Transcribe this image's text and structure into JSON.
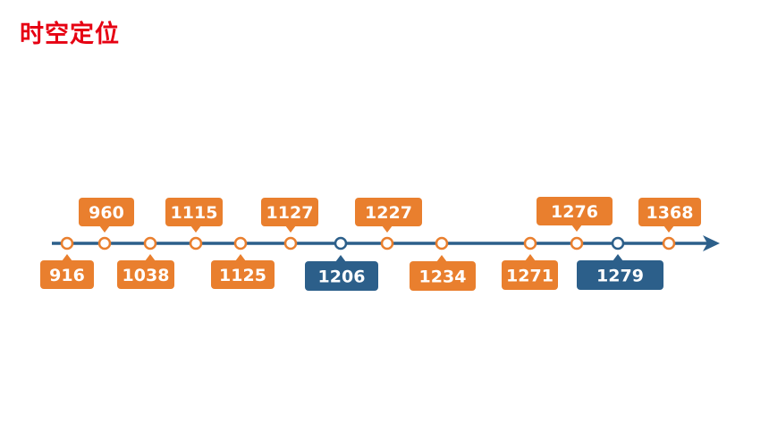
{
  "title": "时空定位",
  "colors": {
    "orange": "#e97f2e",
    "blue": "#2c5f8a",
    "axis": "#2c5f8a",
    "title": "#e60012"
  },
  "events": [
    {
      "year": "916",
      "side": "below",
      "color": "orange"
    },
    {
      "year": "960",
      "side": "above",
      "color": "orange"
    },
    {
      "year": "1038",
      "side": "below",
      "color": "orange"
    },
    {
      "year": "1115",
      "side": "above",
      "color": "orange"
    },
    {
      "year": "1125",
      "side": "below",
      "color": "orange"
    },
    {
      "year": "1127",
      "side": "above",
      "color": "orange"
    },
    {
      "year": "1206",
      "side": "below",
      "color": "blue"
    },
    {
      "year": "1227",
      "side": "above",
      "color": "orange"
    },
    {
      "year": "1234",
      "side": "below",
      "color": "orange"
    },
    {
      "year": "1271",
      "side": "below",
      "color": "orange"
    },
    {
      "year": "1276",
      "side": "above",
      "color": "orange"
    },
    {
      "year": "1279",
      "side": "below",
      "color": "blue"
    },
    {
      "year": "1368",
      "side": "above",
      "color": "orange"
    }
  ]
}
